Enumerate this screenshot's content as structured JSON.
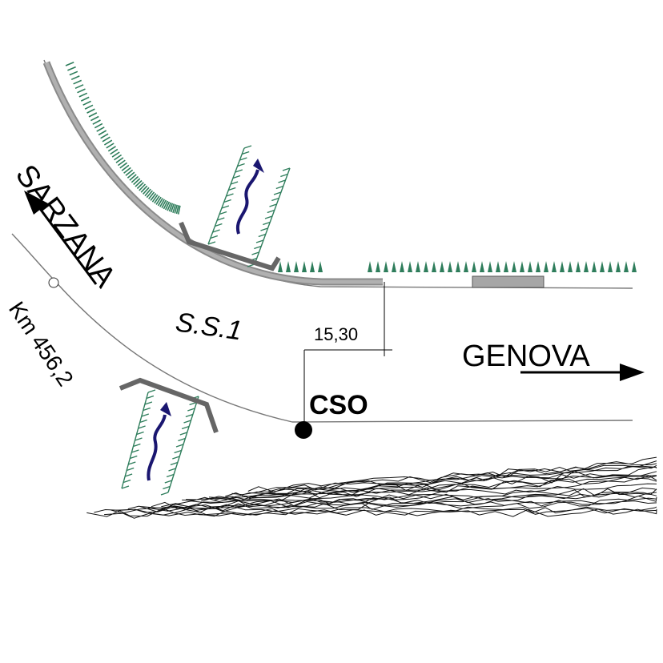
{
  "labels": {
    "sarzana": "SARZANA",
    "genova": "GENOVA",
    "road": "S.S.1",
    "km": "Km 456,2",
    "distance": "15,30",
    "station": "CSO"
  },
  "colors": {
    "vegetation": "#2e7d5b",
    "water_arrow": "#1a1670",
    "embankment": "#a6a6a6",
    "road_line": "#777777",
    "ink": "#000000"
  }
}
